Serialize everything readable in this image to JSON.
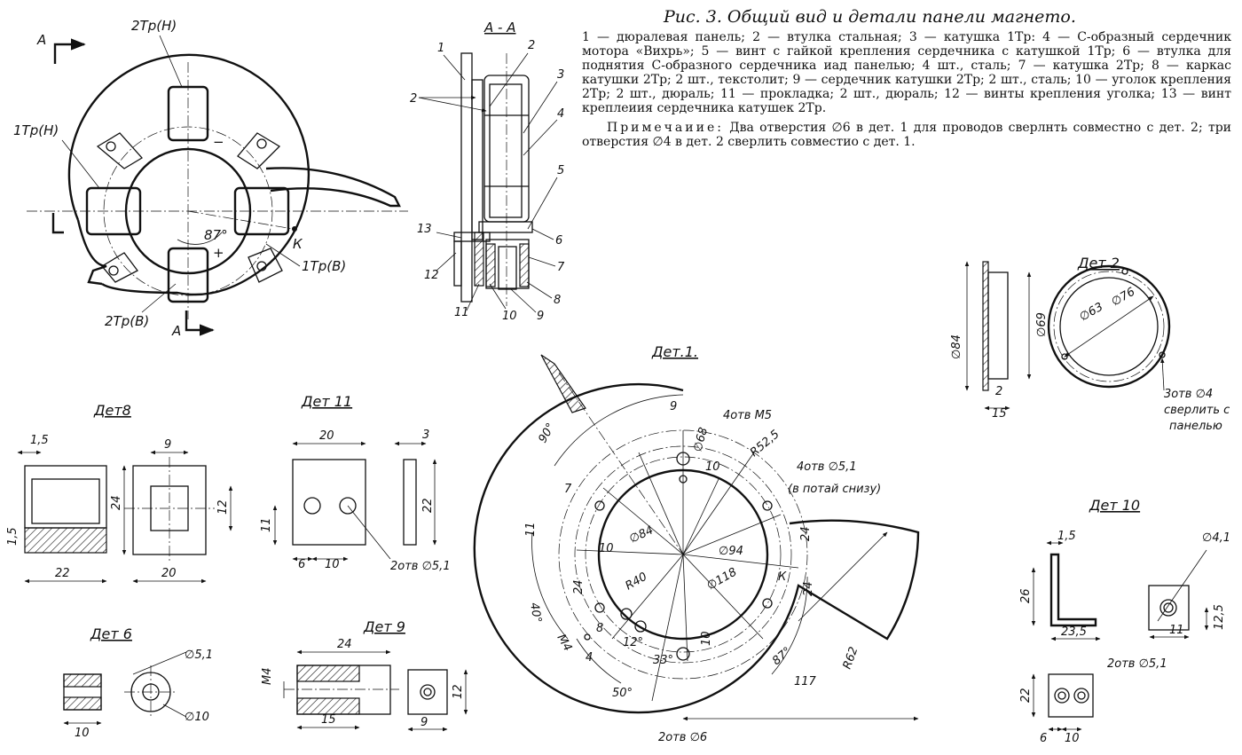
{
  "title": "Рис. 3. Общий вид и детали панели магнето.",
  "legend_text": "1 — дюралевая панель; 2 — втулка стальная; 3 — катушка 1Тр: 4 — С-образный сердечник мотора «Вихрь»; 5 — винт с гайкой крепления сердечника с катушкой 1Тр; 6 — втулка для поднятия С-образного сердечника иад панелью; 4 шт., сталь; 7 — катушка 2Тр; 8 — каркас катушки 2Тр; 2 шт., текстолит; 9 — сердечник катушки 2Тр; 2 шт., сталь; 10 — уголок крепления 2Тр; 2 шт., дюраль; 11 — прокладка; 2 шт., дюраль; 12 — винты крепления уголка; 13 — винт креплеиия сердечника катушек 2Тр.",
  "note_label": "Примечаиие:",
  "note_text": "Два отверстия ∅6 в дет. 1 для проводов сверлнть совместно с дет. 2; три отверстия ∅4 в дет. 2 сверлить совместио с дет. 1.",
  "general_view": {
    "label_2tp_n": "2Тр(Н)",
    "label_1tp_n": "1Тр(Н)",
    "label_1tp_v": "1Тр(В)",
    "label_2tp_v": "2Тр(В)",
    "label_k": "К",
    "angle": "87°",
    "section_a": "А",
    "minus": "−",
    "plus": "+"
  },
  "section_aa": {
    "title": "А - А",
    "callouts": [
      "1",
      "2",
      "3",
      "4",
      "5",
      "6",
      "7",
      "8",
      "9",
      "10",
      "11",
      "12",
      "13"
    ],
    "callout_2b": "2"
  },
  "det1": {
    "title": "Дет.1.",
    "dims": [
      "9",
      "4отв М5",
      "∅68",
      "10",
      "R52,5",
      "4отв ∅5,1",
      "(в потай снизу)",
      "24",
      "7",
      "11",
      "∅84",
      "∅94",
      "10",
      "R40",
      "∅118",
      "24",
      "90°",
      "40°",
      "М4",
      "8",
      "4",
      "12°",
      "33°",
      "10",
      "50°",
      "87°",
      "117",
      "R62",
      "2отв ∅6",
      "24",
      "К"
    ]
  },
  "det2": {
    "title": "Дет 2",
    "dims": [
      "∅84",
      "∅69",
      "2",
      "15",
      "∅63",
      "∅76",
      "3отв ∅4",
      "сверлить с",
      "панелью"
    ]
  },
  "det8": {
    "title": "Дет8",
    "dims": [
      "1,5",
      "9",
      "24",
      "12",
      "1,5",
      "22",
      "20"
    ]
  },
  "det11": {
    "title": "Дет 11",
    "dims": [
      "20",
      "3",
      "11",
      "22",
      "6",
      "10",
      "2отв ∅5,1"
    ]
  },
  "det6": {
    "title": "Дет 6",
    "dims": [
      "∅5,1",
      "10",
      "∅10"
    ]
  },
  "det9": {
    "title": "Дет 9",
    "dims": [
      "24",
      "М4",
      "12",
      "15",
      "9"
    ]
  },
  "det10": {
    "title": "Дет 10",
    "dims": [
      "1,5",
      "∅4,1",
      "26",
      "23,5",
      "11",
      "12,5",
      "2отв ∅5,1",
      "22",
      "6",
      "10"
    ]
  }
}
